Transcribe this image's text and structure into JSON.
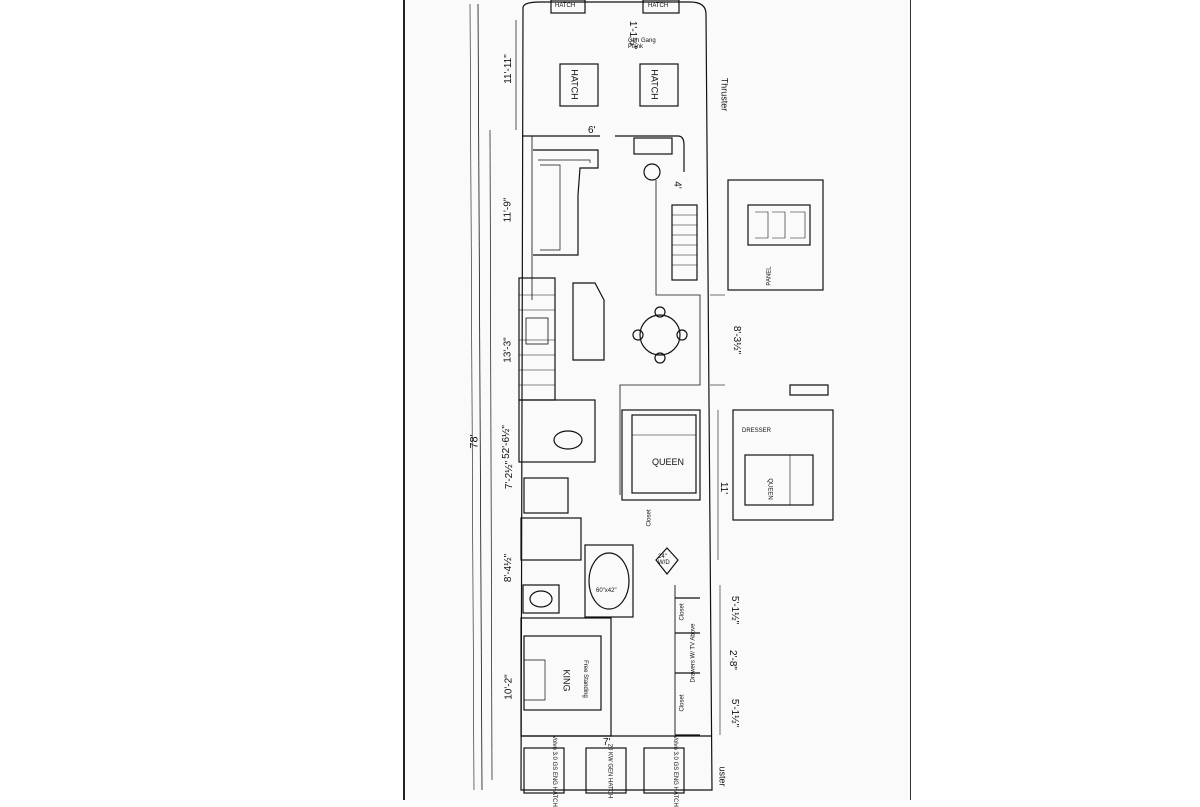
{
  "plan": {
    "hatch_top_left": "HATCH",
    "hatch_top_right": "HATCH",
    "hatch_deck_1": "HATCH",
    "hatch_deck_2": "HATCH",
    "thruster_top": "Thruster",
    "thruster_bottom": "uster",
    "gen_label_top": "Gen Gang Plank",
    "dim_overall": "78'",
    "dim_bow": "11'-11\"",
    "dim_bow_right": "1'-1½\"",
    "dim_living": "11'-9\"",
    "dim_galley": "13'-3\"",
    "dim_mid": "52'-6½\"",
    "dim_bath1": "7'-2½\"",
    "dim_bath2": "8'-4½\"",
    "dim_king": "10'-2\"",
    "dim_right_dining": "8'-3½\"",
    "dim_queen_side": "11'",
    "dim_closet1": "5'-1½\"",
    "dim_drawers": "2'-8\"",
    "dim_closet2": "5'-1½\"",
    "dim_aft_width": "7'",
    "dim_top_6": "6'",
    "dim_top_4": "4'",
    "queen": "QUEEN",
    "king": "KING",
    "king_sub": "Free Standing",
    "tub": "60\"x42\"",
    "wd": "24\" W/D",
    "closet_1": "Closet",
    "closet_2": "Closet",
    "closet_3": "Closet",
    "drawers": "Drawers W/ TV Above",
    "panel": "PANEL",
    "engine_1": "Volvo 3.0 GS ENG HATCH",
    "generator": "20 KW GEN HATCH",
    "engine_2": "Volvo 3.0 GS ENG HATCH",
    "inset_bed": "QUEEN",
    "inset_dresser": "DRESSER"
  }
}
